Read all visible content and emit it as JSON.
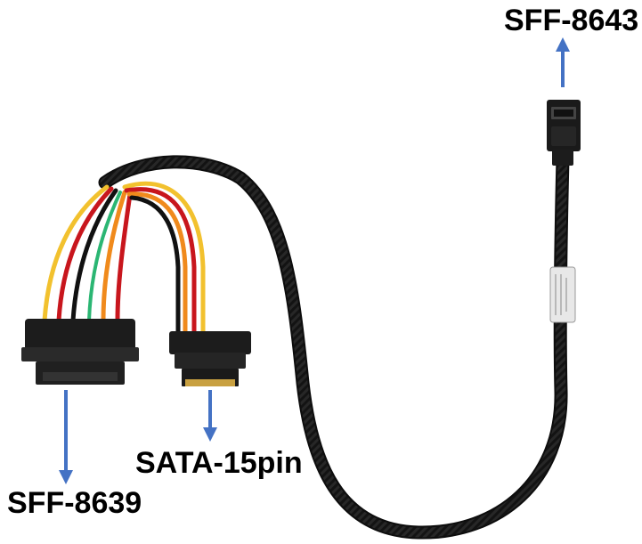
{
  "labels": {
    "sff_8643": "SFF-8643",
    "sata_15pin": "SATA-15pin",
    "sff_8639": "SFF-8639"
  },
  "colors": {
    "arrow": "#4472c4",
    "cable_black": "#111111",
    "wire_yellow": "#f2c12e",
    "wire_orange": "#f08a1c",
    "wire_red": "#c8161d",
    "wire_green": "#2bb673",
    "connector": "#1a1a1a",
    "pins_gold": "#c8a040"
  }
}
